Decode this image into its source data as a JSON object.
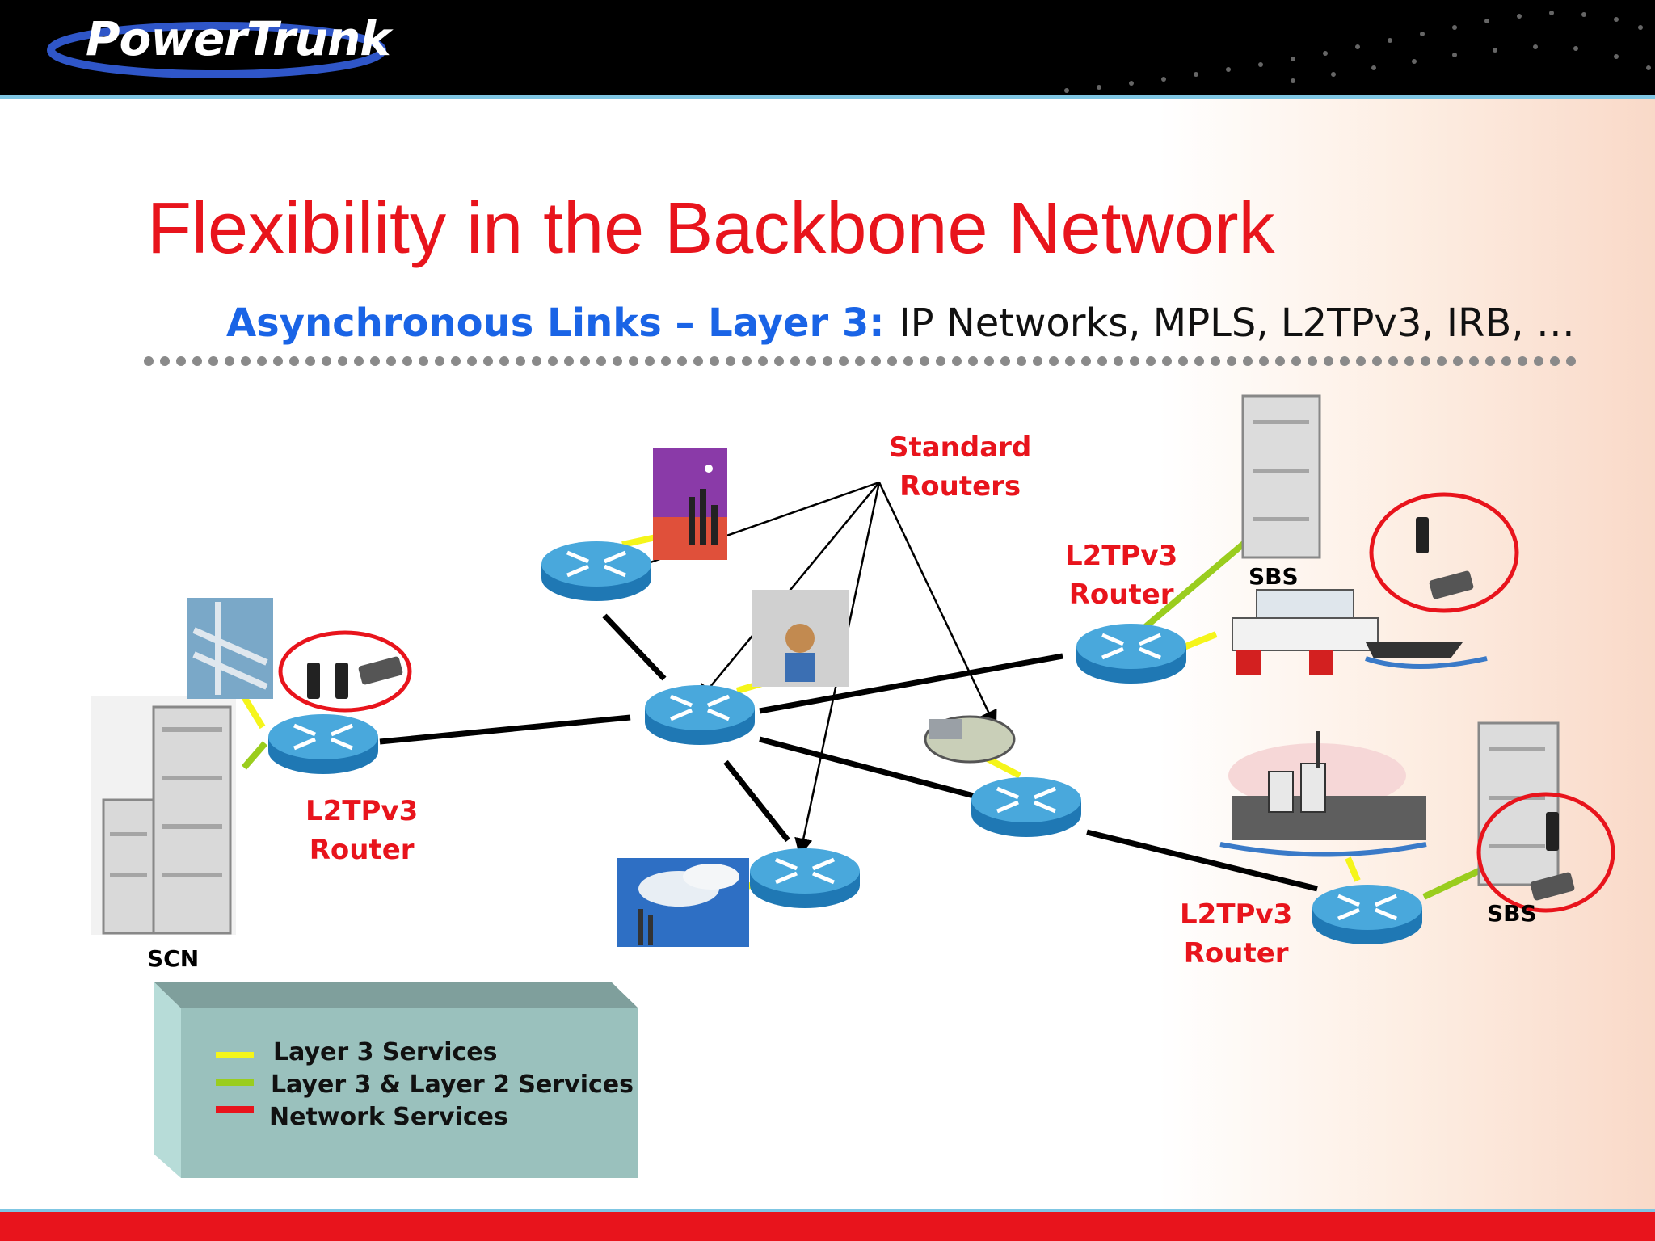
{
  "header": {
    "logo_text": "PowerTrunk"
  },
  "slide": {
    "title": "Flexibility in the Backbone Network",
    "subtitle_lead": "Asynchronous Links – Layer 3:",
    "subtitle_rest": "IP Networks, MPLS, L2TPv3, IRB, …"
  },
  "diagram": {
    "standard_routers_label": [
      "Standard",
      "Routers"
    ],
    "router_left_label": [
      "L2TPv3",
      "Router"
    ],
    "router_right_top_label": [
      "L2TPv3",
      "Router"
    ],
    "router_right_bottom_label": [
      "L2TPv3",
      "Router"
    ],
    "scn_label": "SCN",
    "sbs_top_label": "SBS",
    "sbs_bottom_label": "SBS"
  },
  "legend": {
    "items": [
      {
        "label": "Layer 3 Services",
        "color": "#f5f51a"
      },
      {
        "label": "Layer 3 & Layer 2 Services",
        "color": "#9acd1e"
      },
      {
        "label": "Network Services",
        "color": "#e8141c"
      }
    ]
  },
  "colors": {
    "title": "#e8141c",
    "subtitle_lead": "#1a64e6",
    "router": "#2a8fc9"
  }
}
